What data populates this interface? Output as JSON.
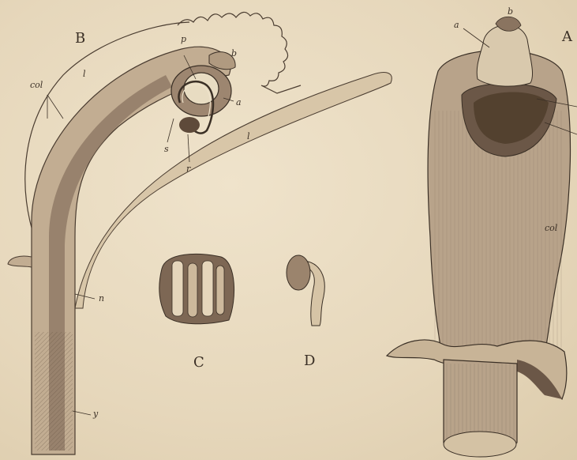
{
  "figure": {
    "panel_labels": {
      "A": "A",
      "B": "B",
      "C": "C",
      "D": "D"
    },
    "letters": {
      "a": "a",
      "b": "b",
      "p": "p",
      "col": "col",
      "l": "l",
      "s": "s",
      "r": "r",
      "n": "n",
      "y": "y"
    }
  },
  "colors": {
    "paper": "#e9dcc2",
    "ink": "#3a2f25",
    "tissue": "#b8a38a",
    "dark_tissue": "#6b5747"
  }
}
